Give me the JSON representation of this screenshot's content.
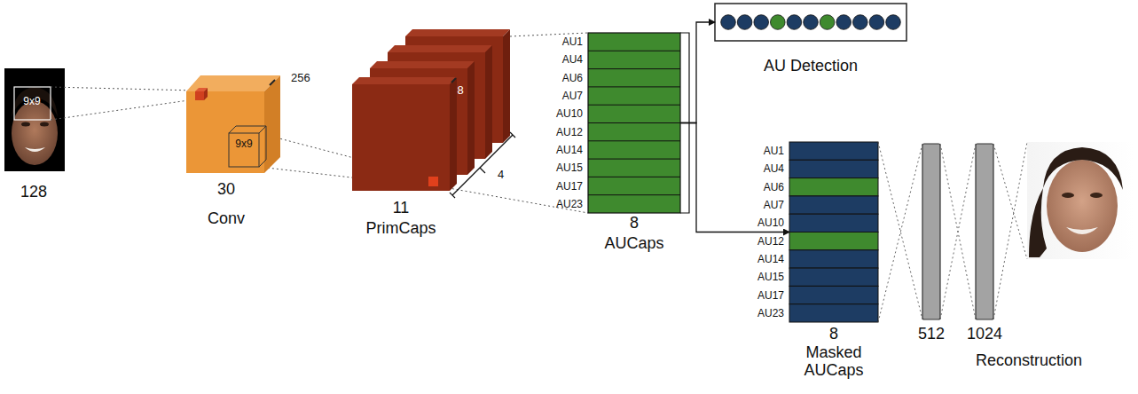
{
  "diagram": {
    "nodes": [
      {
        "text": [
          "9x9",
          "128"
        ]
      },
      {
        "text": [
          "256",
          "9x9",
          "30",
          "Conv"
        ]
      },
      {
        "text": [
          "8",
          "4",
          "11",
          "PrimCaps"
        ]
      },
      {
        "text": [
          "8",
          "AUCaps"
        ]
      },
      {
        "text": [
          "AU Detection"
        ]
      },
      {
        "text": [
          "8",
          "Masked AUCaps"
        ]
      },
      {
        "text": [
          "512"
        ]
      },
      {
        "text": [
          "1024"
        ]
      },
      {
        "text": [
          "Reconstruction"
        ]
      }
    ],
    "edges": [
      {
        "from": 3,
        "to": 4,
        "arrow": "to"
      },
      {
        "from": 3,
        "to": 5,
        "arrow": "to"
      },
      {
        "from": 5,
        "to": 6,
        "arrow": "none"
      },
      {
        "from": 6,
        "to": 7,
        "arrow": "none"
      },
      {
        "from": 7,
        "to": 8,
        "arrow": "none"
      }
    ],
    "labels": [
      "AU1",
      "AU4",
      "AU6",
      "AU7",
      "AU10",
      "AU12",
      "AU14",
      "AU15",
      "AU17",
      "AU23",
      "AU1",
      "AU4",
      "AU6",
      "AU7",
      "AU10",
      "AU12",
      "AU14",
      "AU15",
      "AU17",
      "AU23"
    ]
  }
}
